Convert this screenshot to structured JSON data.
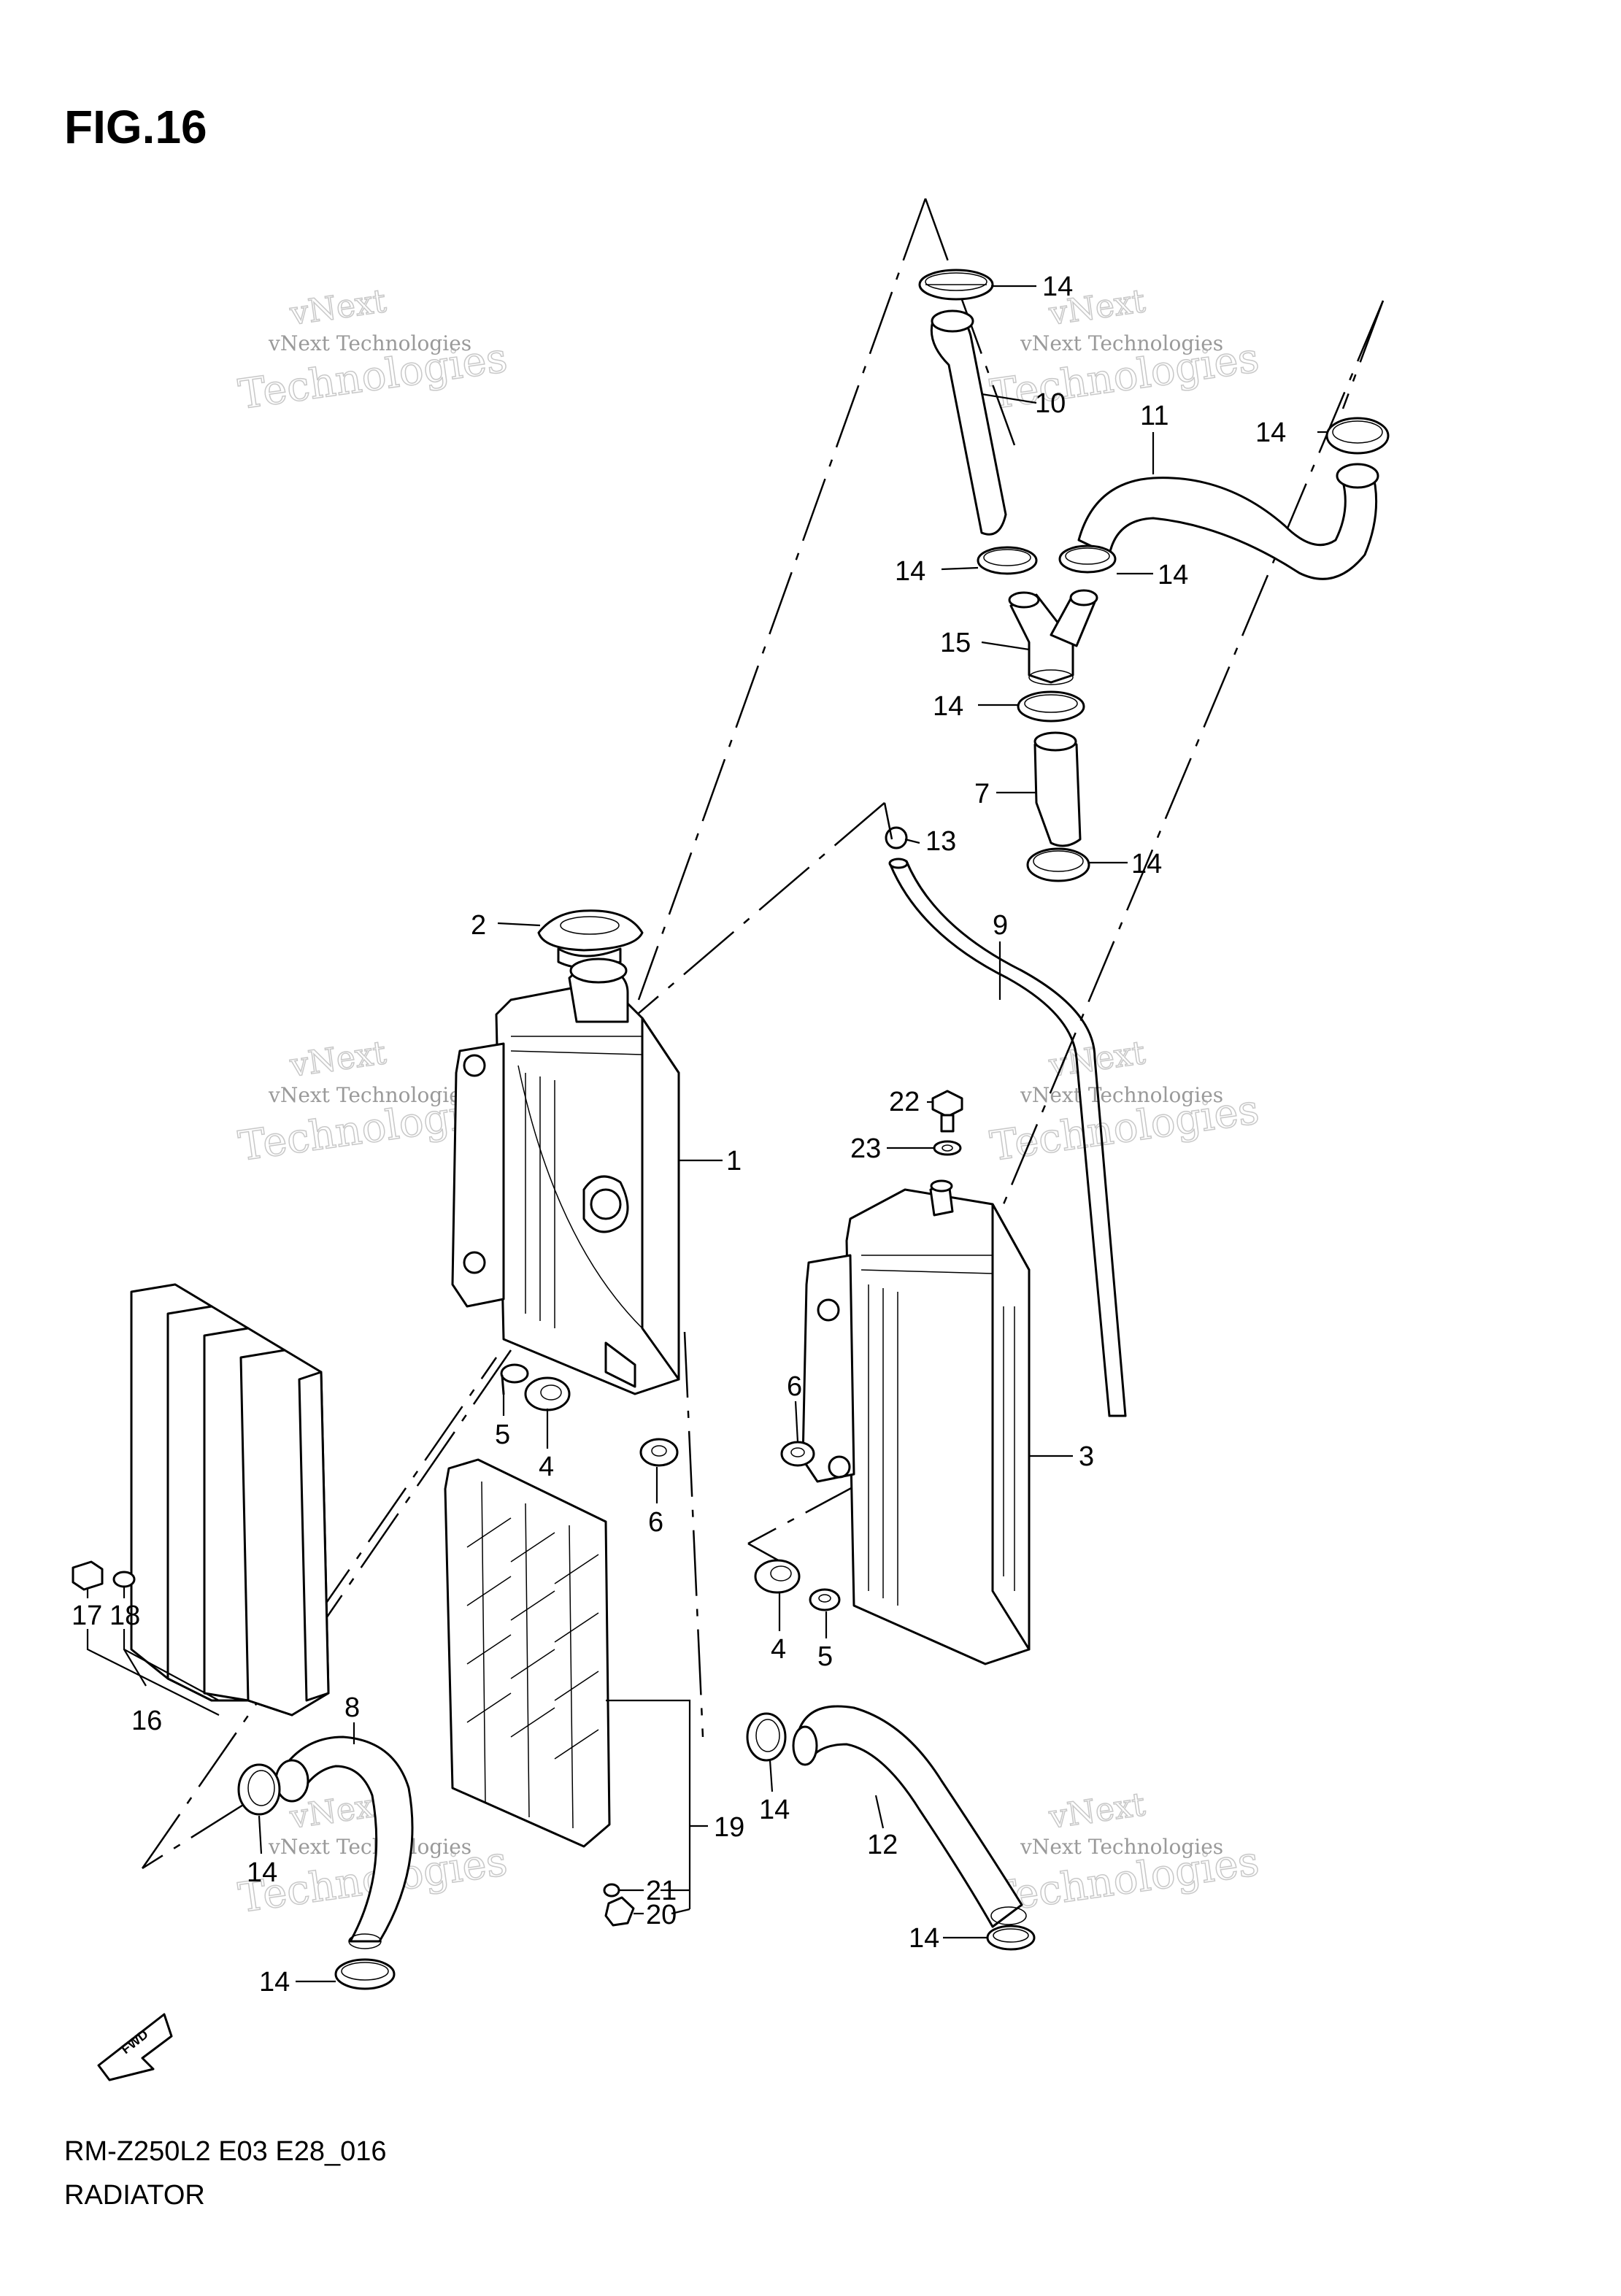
{
  "figure": {
    "title": "FIG.16"
  },
  "footer": {
    "model_code": "RM-Z250L2 E03 E28_016",
    "section_name": "RADIATOR"
  },
  "watermark": {
    "small_text": "vNext Technologies",
    "big_text": "Technologies",
    "top_text": "vNext"
  },
  "fwd_badge": "FWD",
  "callouts": {
    "c14a": "14",
    "c10": "10",
    "c11": "11",
    "c14b": "14",
    "c14c": "14",
    "c14d": "14",
    "c15": "15",
    "c14e": "14",
    "c7": "7",
    "c13": "13",
    "c14f": "14",
    "c2": "2",
    "c9": "9",
    "c22": "22",
    "c23": "23",
    "c1": "1",
    "c6a": "6",
    "c3": "3",
    "c5a": "5",
    "c4a": "4",
    "c6b": "6",
    "c17": "17",
    "c18": "18",
    "c16": "16",
    "c4b": "4",
    "c5b": "5",
    "c8": "8",
    "c14g": "14",
    "c19": "19",
    "c12": "12",
    "c14h": "14",
    "c21": "21",
    "c20": "20",
    "c14i": "14",
    "c14j": "14"
  }
}
